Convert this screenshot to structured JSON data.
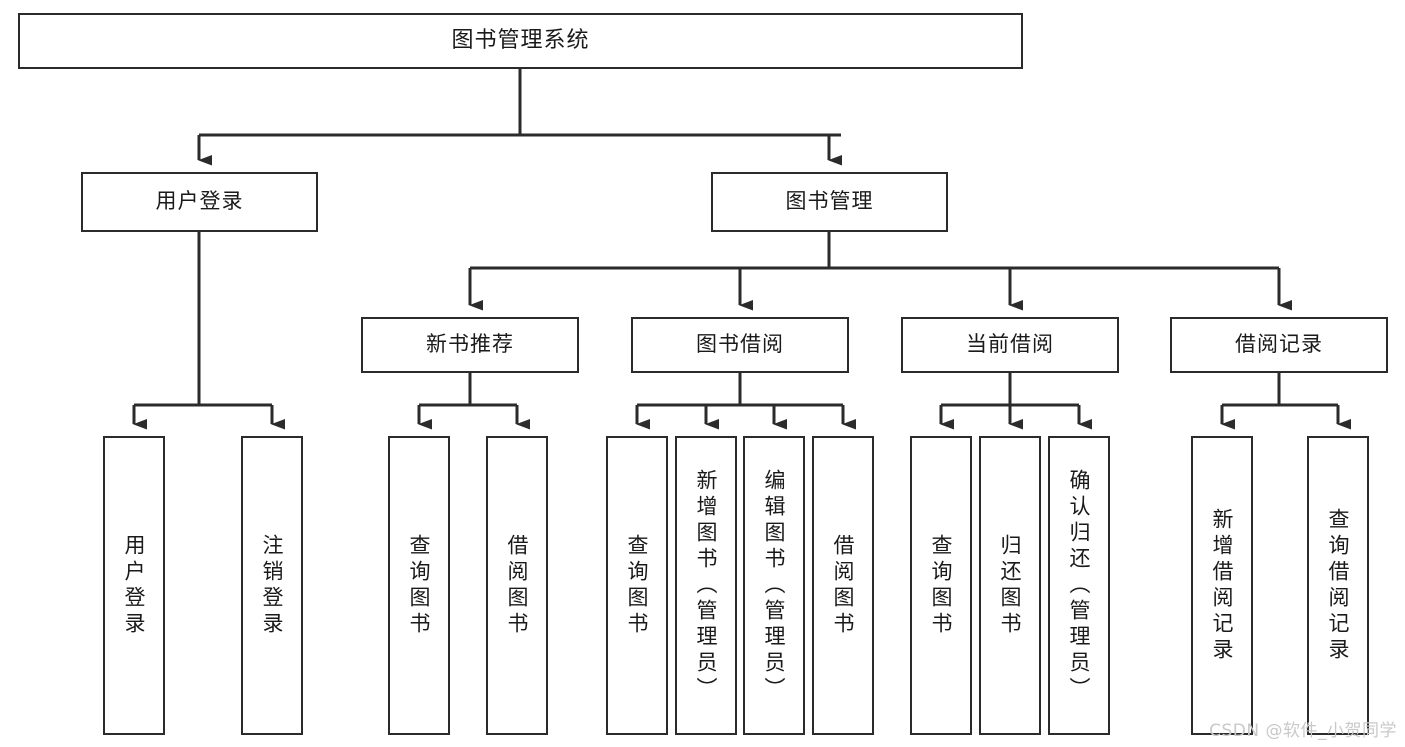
{
  "diagram": {
    "title": "图书管理系统",
    "type": "tree-hierarchy",
    "stroke_color": "#2b2b2b",
    "background_color": "#ffffff",
    "text_color": "#1a1a1a"
  },
  "nodes": {
    "root": {
      "label": "图书管理系统",
      "level": 1
    },
    "level2": [
      {
        "id": "user-login",
        "label": "用户登录"
      },
      {
        "id": "book-management",
        "label": "图书管理"
      }
    ],
    "level3": [
      {
        "id": "new-book-recommend",
        "label": "新书推荐"
      },
      {
        "id": "book-borrow",
        "label": "图书借阅"
      },
      {
        "id": "current-borrow",
        "label": "当前借阅"
      },
      {
        "id": "borrow-record",
        "label": "借阅记录"
      }
    ],
    "leaves": [
      {
        "id": "leaf-user-login",
        "label": "用户登录",
        "parent": "user-login"
      },
      {
        "id": "leaf-logout-login",
        "label": "注销登录",
        "parent": "user-login"
      },
      {
        "id": "leaf-query-book-1",
        "label": "查询图书",
        "parent": "new-book-recommend"
      },
      {
        "id": "leaf-borrow-book-1",
        "label": "借阅图书",
        "parent": "new-book-recommend"
      },
      {
        "id": "leaf-query-book-2",
        "label": "查询图书",
        "parent": "book-borrow"
      },
      {
        "id": "leaf-add-book",
        "label": "新增图书（管理员）",
        "parent": "book-borrow"
      },
      {
        "id": "leaf-edit-book",
        "label": "编辑图书（管理员）",
        "parent": "book-borrow"
      },
      {
        "id": "leaf-borrow-book-2",
        "label": "借阅图书",
        "parent": "book-borrow"
      },
      {
        "id": "leaf-query-book-3",
        "label": "查询图书",
        "parent": "current-borrow"
      },
      {
        "id": "leaf-return-book",
        "label": "归还图书",
        "parent": "current-borrow"
      },
      {
        "id": "leaf-confirm-return",
        "label": "确认归还（管理员）",
        "parent": "current-borrow"
      },
      {
        "id": "leaf-add-record",
        "label": "新增借阅记录",
        "parent": "borrow-record"
      },
      {
        "id": "leaf-query-record",
        "label": "查询借阅记录",
        "parent": "borrow-record"
      }
    ]
  },
  "watermark": {
    "text": "CSDN @软件_小贺同学"
  }
}
